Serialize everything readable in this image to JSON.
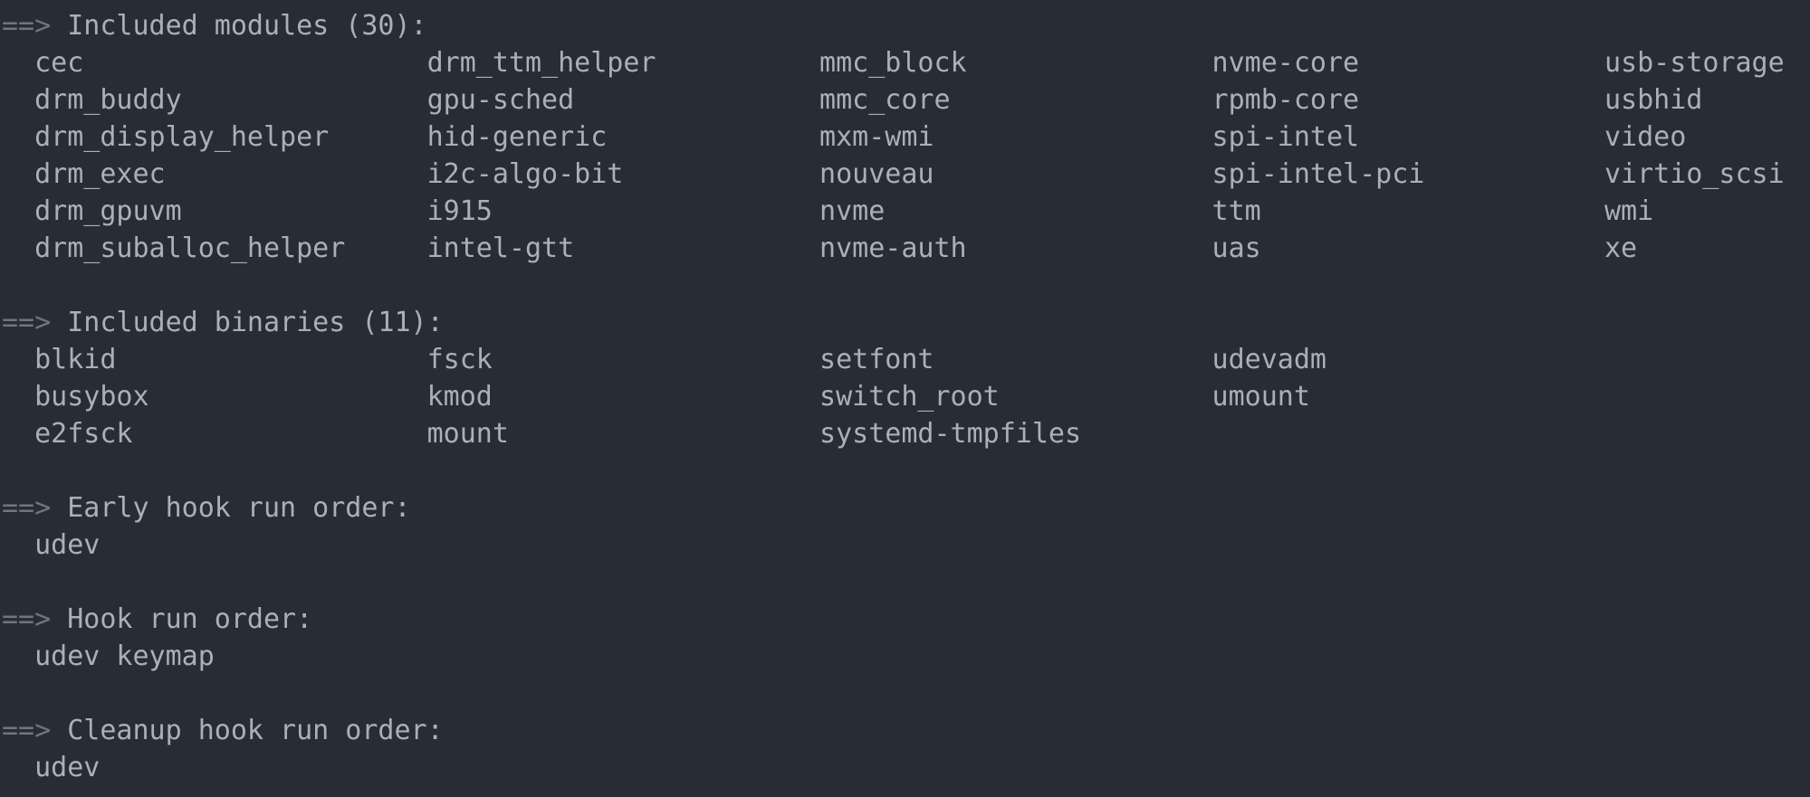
{
  "colors": {
    "background": "#282c35",
    "text": "#a9b0bc",
    "arrow": "#6e7684"
  },
  "sections": {
    "modules": {
      "arrow": "==>",
      "title": "Included modules (30):",
      "count": "30",
      "rows": [
        [
          "cec",
          "drm_ttm_helper",
          "mmc_block",
          "nvme-core",
          "usb-storage"
        ],
        [
          "drm_buddy",
          "gpu-sched",
          "mmc_core",
          "rpmb-core",
          "usbhid"
        ],
        [
          "drm_display_helper",
          "hid-generic",
          "mxm-wmi",
          "spi-intel",
          "video"
        ],
        [
          "drm_exec",
          "i2c-algo-bit",
          "nouveau",
          "spi-intel-pci",
          "virtio_scsi"
        ],
        [
          "drm_gpuvm",
          "i915",
          "nvme",
          "ttm",
          "wmi"
        ],
        [
          "drm_suballoc_helper",
          "intel-gtt",
          "nvme-auth",
          "uas",
          "xe"
        ]
      ]
    },
    "binaries": {
      "arrow": "==>",
      "title": "Included binaries (11):",
      "count": "11",
      "rows": [
        [
          "blkid",
          "fsck",
          "setfont",
          "udevadm"
        ],
        [
          "busybox",
          "kmod",
          "switch_root",
          "umount"
        ],
        [
          "e2fsck",
          "mount",
          "systemd-tmpfiles"
        ]
      ]
    },
    "early_hooks": {
      "arrow": "==>",
      "title": "Early hook run order:",
      "line": "udev"
    },
    "hooks": {
      "arrow": "==>",
      "title": "Hook run order:",
      "line": "udev keymap"
    },
    "cleanup_hooks": {
      "arrow": "==>",
      "title": "Cleanup hook run order:",
      "line": "udev"
    }
  }
}
